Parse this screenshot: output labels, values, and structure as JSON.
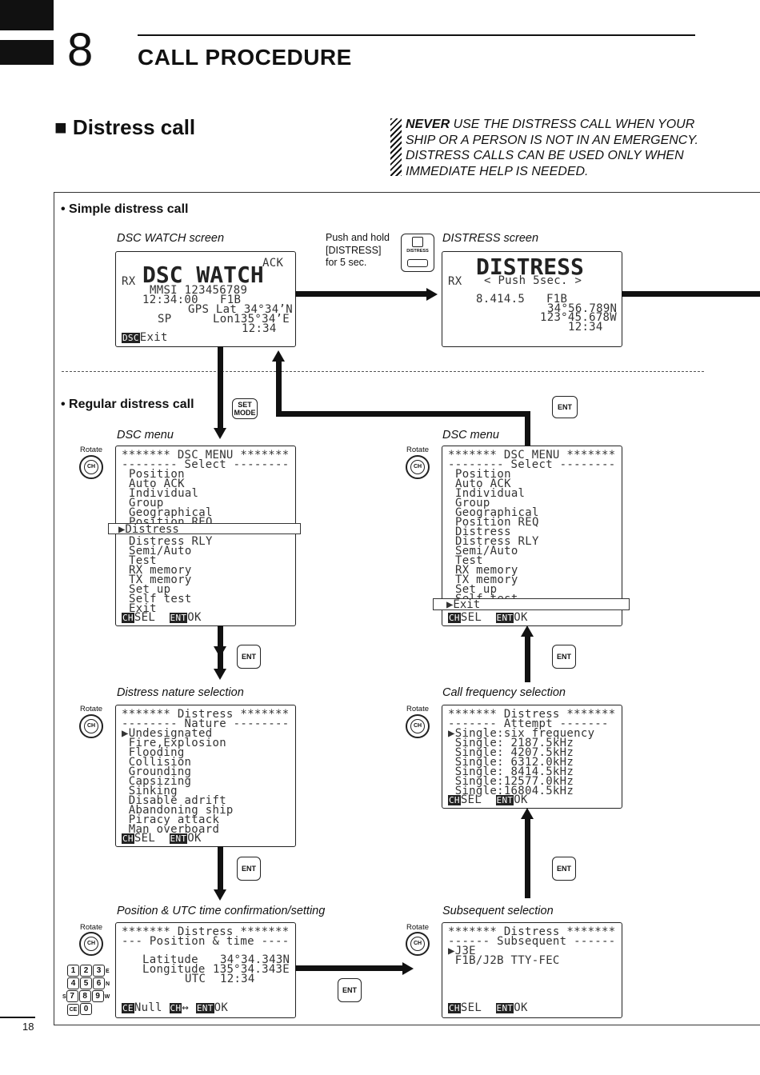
{
  "header": {
    "chapter_number": "8",
    "chapter_title": "CALL PROCEDURE"
  },
  "section": {
    "title": "■ Distress call"
  },
  "warning": {
    "emph": "NEVER",
    "line1": " USE THE DISTRESS CALL WHEN YOUR",
    "line2": "SHIP OR A PERSON IS NOT IN AN EMERGENCY.",
    "line3": "DISTRESS CALLS CAN BE USED ONLY WHEN",
    "line4": "IMMEDIATE HELP IS NEEDED."
  },
  "simple": {
    "bullet": "• Simple distress call",
    "dsc_watch_caption": "DSC  WATCH screen",
    "push_line1": "Push and hold",
    "push_line2": "[DISTRESS]",
    "push_line3": "for 5 sec.",
    "distress_key_label": "DISTRESS",
    "distress_caption": "DISTRESS screen"
  },
  "dsc_watch_lcd": {
    "ack": "ACK",
    "rx": "RX",
    "title": "DSC WATCH",
    "mmsi": "MMSI 123456789",
    "line3_left": "12:34:00",
    "line3_right": "F1B",
    "gps": "GPS Lat 34°34’N",
    "sp": "SP",
    "lon": "Lon135°34’E",
    "time": "12:34",
    "key": "DSC",
    "key_text": "Exit"
  },
  "distress_lcd": {
    "title": "DISTRESS",
    "rx": "RX",
    "push": "< Push 5sec. >",
    "freq": "8.414.5",
    "mode": "F1B",
    "lat": "34°56.789N",
    "lon": "123°45.678W",
    "time": "12:34"
  },
  "regular": {
    "bullet": "• Regular distress call",
    "set_mode_label_1": "SET",
    "set_mode_label_2": "MODE",
    "ent_label": "ENT",
    "rotate_label": "Rotate",
    "ch_label": "CH"
  },
  "captions": {
    "dsc_menu_left": "DSC menu",
    "dsc_menu_right": "DSC menu",
    "nature": "Distress nature selection",
    "call_freq": "Call frequency selection",
    "position": "Position & UTC time confirmation/setting",
    "subsequent": "Subsequent selection"
  },
  "dsc_menu_lcd": {
    "header": "******* DSC MENU *******",
    "select": "-------- Select --------",
    "items": [
      "Position",
      "Auto ACK",
      "Individual",
      "Group",
      "Geographical",
      "Position REQ",
      "Distress",
      "Distress RLY",
      "Semi/Auto",
      "Test",
      "RX memory",
      "TX memory",
      "Set up",
      "Self test",
      "Exit"
    ],
    "footer_key1": "CH",
    "footer_sel": "SEL",
    "footer_key2": "ENT",
    "footer_ok": "OK"
  },
  "highlight_left": "▶Distress",
  "highlight_right": "▶Exit",
  "nature_lcd": {
    "header": "******* Distress *******",
    "sub": "-------- Nature --------",
    "items": [
      "▶Undesignated",
      " Fire,Explosion",
      " Flooding",
      " Collision",
      " Grounding",
      " Capsizing",
      " Sinking",
      " Disable adrift",
      " Abandoning ship",
      " Piracy attack",
      " Man overboard"
    ]
  },
  "freq_lcd": {
    "header": "******* Distress *******",
    "sub": "------- Attempt -------",
    "items": [
      "▶Single:six frequency",
      " Single: 2187.5kHz",
      " Single: 4207.5kHz",
      " Single: 6312.0kHz",
      " Single: 8414.5kHz",
      " Single:12577.0kHz",
      " Single:16804.5kHz"
    ]
  },
  "position_lcd": {
    "header": "******* Distress *******",
    "sub": "--- Position & time ----",
    "lat_label": "Latitude",
    "lat_value": "34°34.343N",
    "lon_label": "Longitude",
    "lon_value": "135°34.343E",
    "utc_label": "UTC",
    "utc_value": "12:34",
    "footer_key1": "CE",
    "footer_null": "Null",
    "footer_key2": "CH",
    "footer_arrows": "↔",
    "footer_key3": "ENT",
    "footer_ok": "OK"
  },
  "subsequent_lcd": {
    "header": "******* Distress *******",
    "sub": "------ Subsequent ------",
    "items": [
      "▶J3E",
      " F1B/J2B TTY-FEC"
    ]
  },
  "keypad": {
    "row1": [
      "1",
      "2",
      "3"
    ],
    "row1_suffix": "E",
    "row2": [
      "4",
      "5",
      "6"
    ],
    "row2_suffix": "N",
    "row3_prefix": "S",
    "row3": [
      "7",
      "8",
      "9"
    ],
    "row3_suffix": "W",
    "row4": [
      "CE",
      "0"
    ]
  },
  "page_number": "18"
}
